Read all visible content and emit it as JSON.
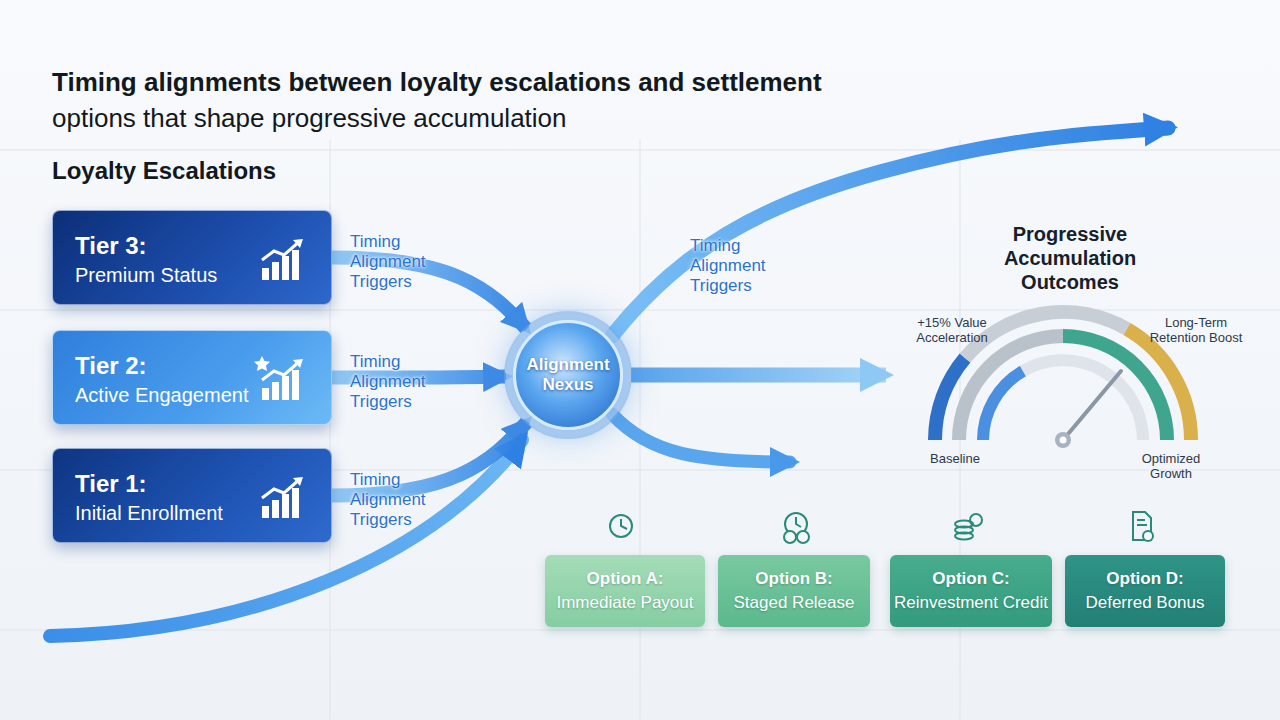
{
  "diagram": {
    "title": "Timing alignments between loyalty escalations and settlement options that shape progressive accumulation",
    "nodes": [
      {
        "text": [
          "Tier 3:",
          "Premium Status"
        ]
      },
      {
        "text": [
          "Tier 2:",
          "Active Engagement"
        ]
      },
      {
        "text": [
          "Tier 1:",
          "Initial Enrollment"
        ]
      },
      {
        "text": [
          "Alignment Nexus"
        ]
      },
      {
        "text": [
          "Progressive Accumulation Outcomes",
          "+15% Value Acceleration",
          "Long-Term Retention Boost",
          "Baseline",
          "Optimized Growth"
        ]
      },
      {
        "text": [
          "Option A:",
          "Immediate Payout"
        ]
      },
      {
        "text": [
          "Option B:",
          "Staged Release"
        ]
      },
      {
        "text": [
          "Option C:",
          "Reinvestment Credit"
        ]
      },
      {
        "text": [
          "Option D:",
          "Deferred Bonus"
        ]
      }
    ],
    "edges": [
      {
        "from": 0,
        "to": 3,
        "label": "Timing Alignment Triggers",
        "arrow": "to"
      },
      {
        "from": 1,
        "to": 3,
        "label": "Timing Alignment Triggers",
        "arrow": "to"
      },
      {
        "from": 2,
        "to": 3,
        "label": "Timing Alignment Triggers",
        "arrow": "to"
      },
      {
        "from": 3,
        "to": 4,
        "arrow": "to"
      }
    ],
    "labels": [
      "Loyalty Escalations",
      "Timing Alignment Triggers"
    ]
  }
}
